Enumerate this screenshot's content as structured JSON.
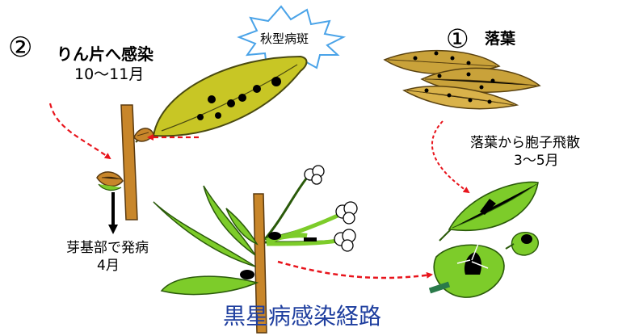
{
  "labels": {
    "step2_num": "②",
    "step2_text": "りん片へ感染",
    "step2_month": "10～11月",
    "autumn_lesion": "秋型病斑",
    "step1_num": "①",
    "step1_text": "落葉",
    "spore_text": "落葉から胞子飛散",
    "spore_month": "3～5月",
    "onset_text": "芽基部で発病",
    "onset_month": "4月",
    "title": "黒星病感染経路"
  },
  "colors": {
    "arrow_red": "#e8141c",
    "title_blue": "#1f3f9f",
    "branch": "#c8862a",
    "leaf_green": "#7dcc2a",
    "fallen_leaf": "#c9a23a",
    "diseased_leaf": "#c8c625",
    "lesion": "#000000"
  }
}
